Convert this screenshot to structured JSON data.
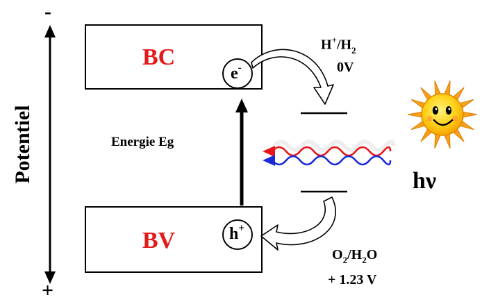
{
  "axis": {
    "minus_sign": "-",
    "plus_sign": "+",
    "label": "Potentiel"
  },
  "conduction_band": {
    "label": "BC",
    "carrier_base": "e",
    "carrier_sup": "-"
  },
  "valence_band": {
    "label": "BV",
    "carrier_base": "h",
    "carrier_sup": "+"
  },
  "gap": {
    "label": "Energie Eg"
  },
  "reduction_couple": {
    "line1_a": "H",
    "line1_a_sup": "+",
    "line1_b": "/H",
    "line1_b_sub": "2",
    "line2": "0V"
  },
  "oxidation_couple": {
    "line1_a": "O",
    "line1_a_sub": "2",
    "line1_b": "/H",
    "line1_b_sub": "2",
    "line1_c": "O",
    "line2": "+ 1.23 V"
  },
  "light": {
    "label": "hν"
  },
  "colors": {
    "band_text": "#e41a1a",
    "wave_red": "#e8161b",
    "wave_blue": "#1c2bd8",
    "sun_ray": "#f6a21b",
    "sun_face": "#f9c400"
  }
}
